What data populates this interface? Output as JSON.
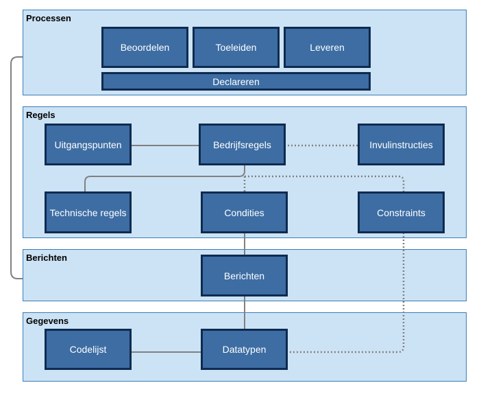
{
  "lanes": {
    "processen": "Processen",
    "regels": "Regels",
    "berichten": "Berichten",
    "gegevens": "Gegevens"
  },
  "boxes": {
    "beoordelen": "Beoordelen",
    "toeleiden": "Toeleiden",
    "leveren": "Leveren",
    "declareren": "Declareren",
    "uitgangspunten": "Uitgangspunten",
    "bedrijfsregels": "Bedrijfsregels",
    "invulinstructies": "Invulinstructies",
    "technische_regels": "Technische regels",
    "condities": "Condities",
    "constraints": "Constraints",
    "berichten": "Berichten",
    "codelijst": "Codelijst",
    "datatypen": "Datatypen"
  },
  "colors": {
    "lane_fill": "#cce3f5",
    "lane_border": "#3a7cb5",
    "box_fill": "#3d6da3",
    "box_border": "#0f2a4f",
    "connector": "#808080"
  }
}
